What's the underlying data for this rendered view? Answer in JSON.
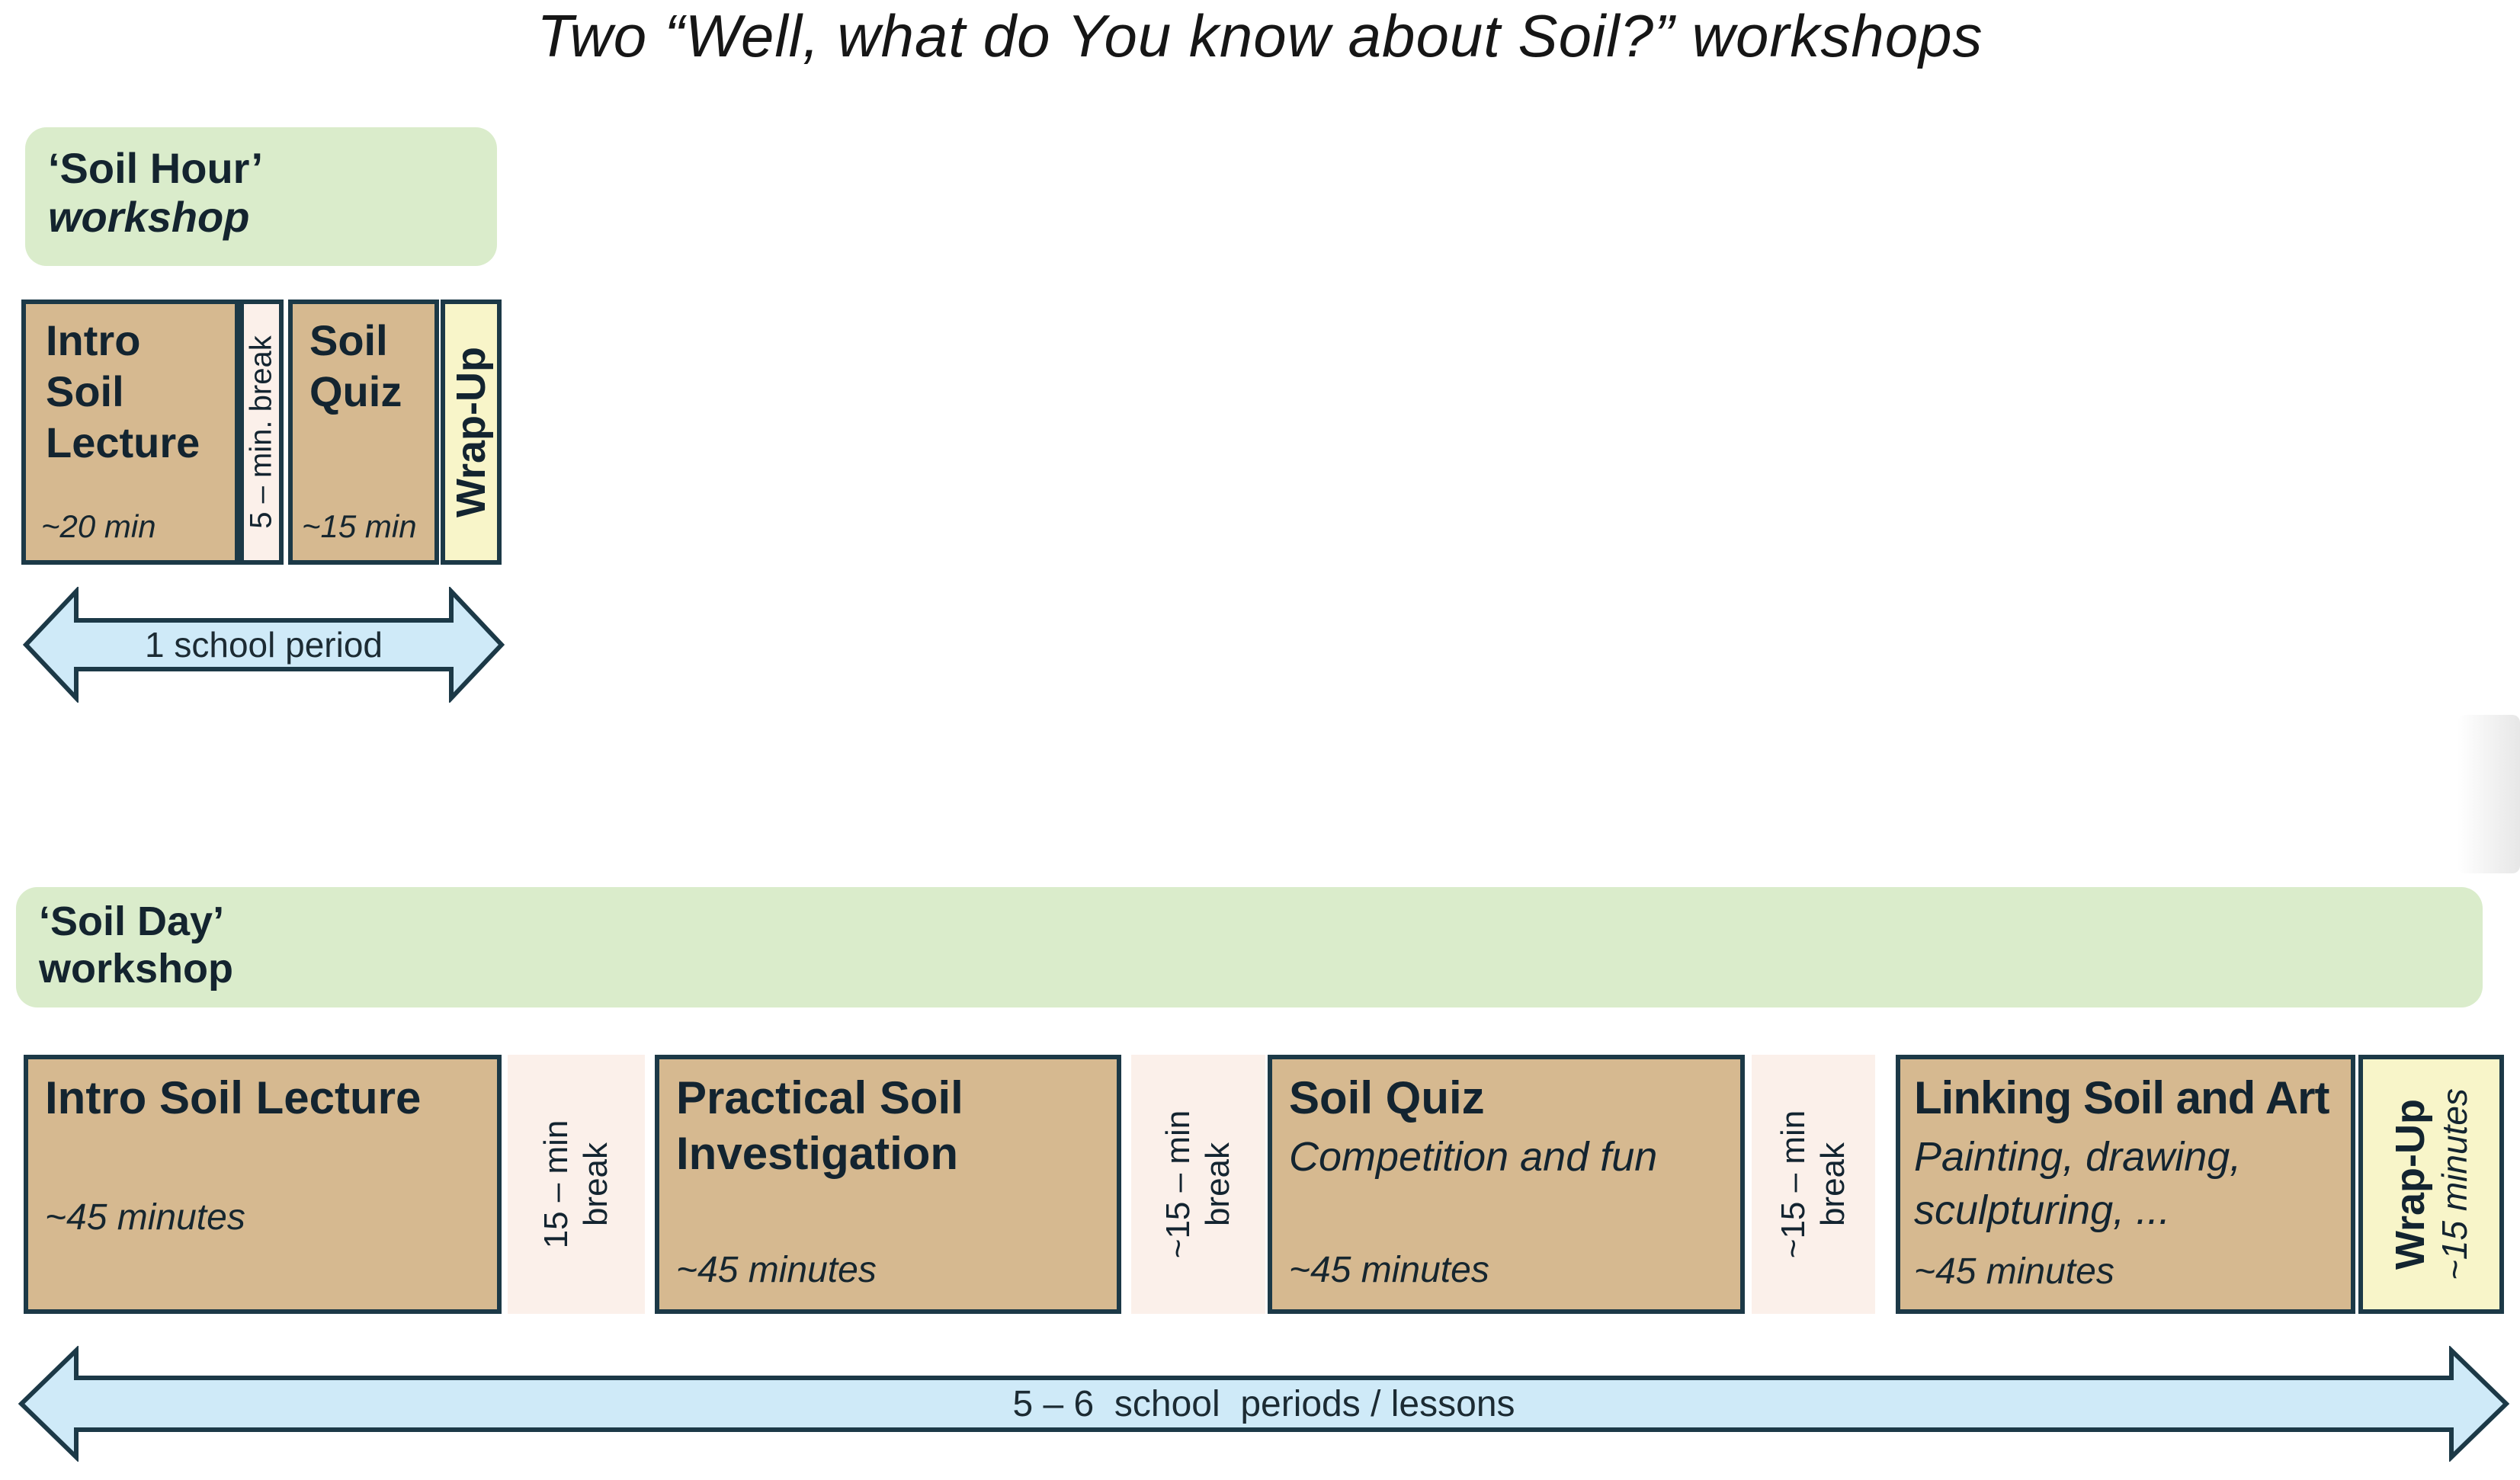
{
  "title": "Two “Well, what do You know about Soil?” workshops",
  "colors": {
    "block_tan": "#d6b990",
    "break_pink": "#fbf0ea",
    "wrapup_yellow": "#f8f5c9",
    "label_green": "#daeccb",
    "arrow_blue": "#cfeaf8",
    "border_dark": "#1c3947"
  },
  "soil_hour": {
    "label_title": "‘Soil Hour’",
    "label_subtitle": "workshop",
    "intro": {
      "title": "Intro Soil Lecture",
      "duration": "~20 min"
    },
    "break": {
      "label": "5 – min. break"
    },
    "quiz": {
      "title": "Soil Quiz",
      "duration": "~15 min"
    },
    "wrapup": {
      "title": "Wrap-Up"
    },
    "arrow_label": "1 school period"
  },
  "soil_day": {
    "label_title": "‘Soil Day’",
    "label_subtitle": "workshop",
    "intro": {
      "title": "Intro Soil Lecture",
      "duration": "~45 minutes"
    },
    "break1": {
      "label": "15 – min break"
    },
    "practical": {
      "title": "Practical Soil Investigation",
      "duration": "~45 minutes"
    },
    "break2": {
      "label": "~15 – min break"
    },
    "quiz": {
      "title": "Soil Quiz",
      "subtitle": "Competition and fun",
      "duration": "~45 minutes"
    },
    "break3": {
      "label": "~15 – min break"
    },
    "art": {
      "title": "Linking Soil and Art",
      "subtitle": "Painting, drawing, sculpturing, ...",
      "duration": "~45 minutes"
    },
    "wrapup": {
      "title": "Wrap-Up",
      "duration": "~15 minutes"
    },
    "arrow_label": "5 – 6  school  periods / lessons"
  }
}
